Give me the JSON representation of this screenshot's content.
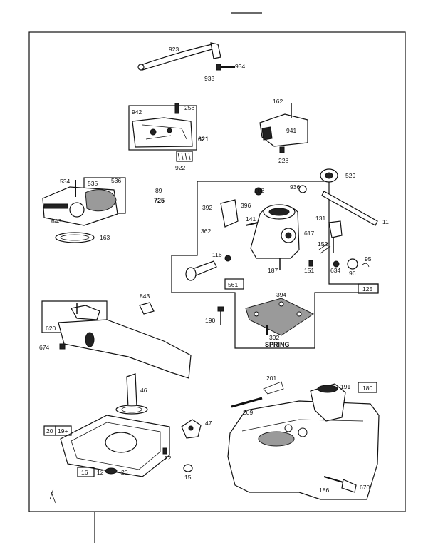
{
  "callouts": {
    "p923": "923",
    "p934": "934",
    "p933": "933",
    "p942": "942",
    "p258": "258",
    "p621": "621",
    "p922": "922",
    "p162": "162",
    "p941": "941",
    "p228": "228",
    "p534": "534",
    "p535": "535",
    "p536": "536",
    "p643": "643",
    "p163": "163",
    "p89": "89",
    "p725": "725",
    "p108": "108",
    "p936": "936",
    "p529": "529",
    "p392": "392",
    "p396": "396",
    "p141": "141",
    "p362": "362",
    "p617": "617",
    "p11": "11",
    "p131": "131",
    "p152": "152",
    "p116": "116",
    "p187": "187",
    "p151": "151",
    "p634": "634",
    "p96": "96",
    "p95": "95",
    "p561": "561",
    "p125": "125",
    "p843": "843",
    "p394": "394",
    "p190": "190",
    "p392b": "392",
    "spring": "SPRING",
    "p620": "620",
    "p674": "674",
    "p46": "46",
    "p20": "20",
    "p19": "19+",
    "p47": "47",
    "p22": "22",
    "p16": "16",
    "p12": "12",
    "p20b": "20",
    "p15": "15",
    "p201": "201",
    "p191": "191",
    "p180": "180",
    "p209": "209",
    "p186": "186",
    "p670": "670"
  }
}
